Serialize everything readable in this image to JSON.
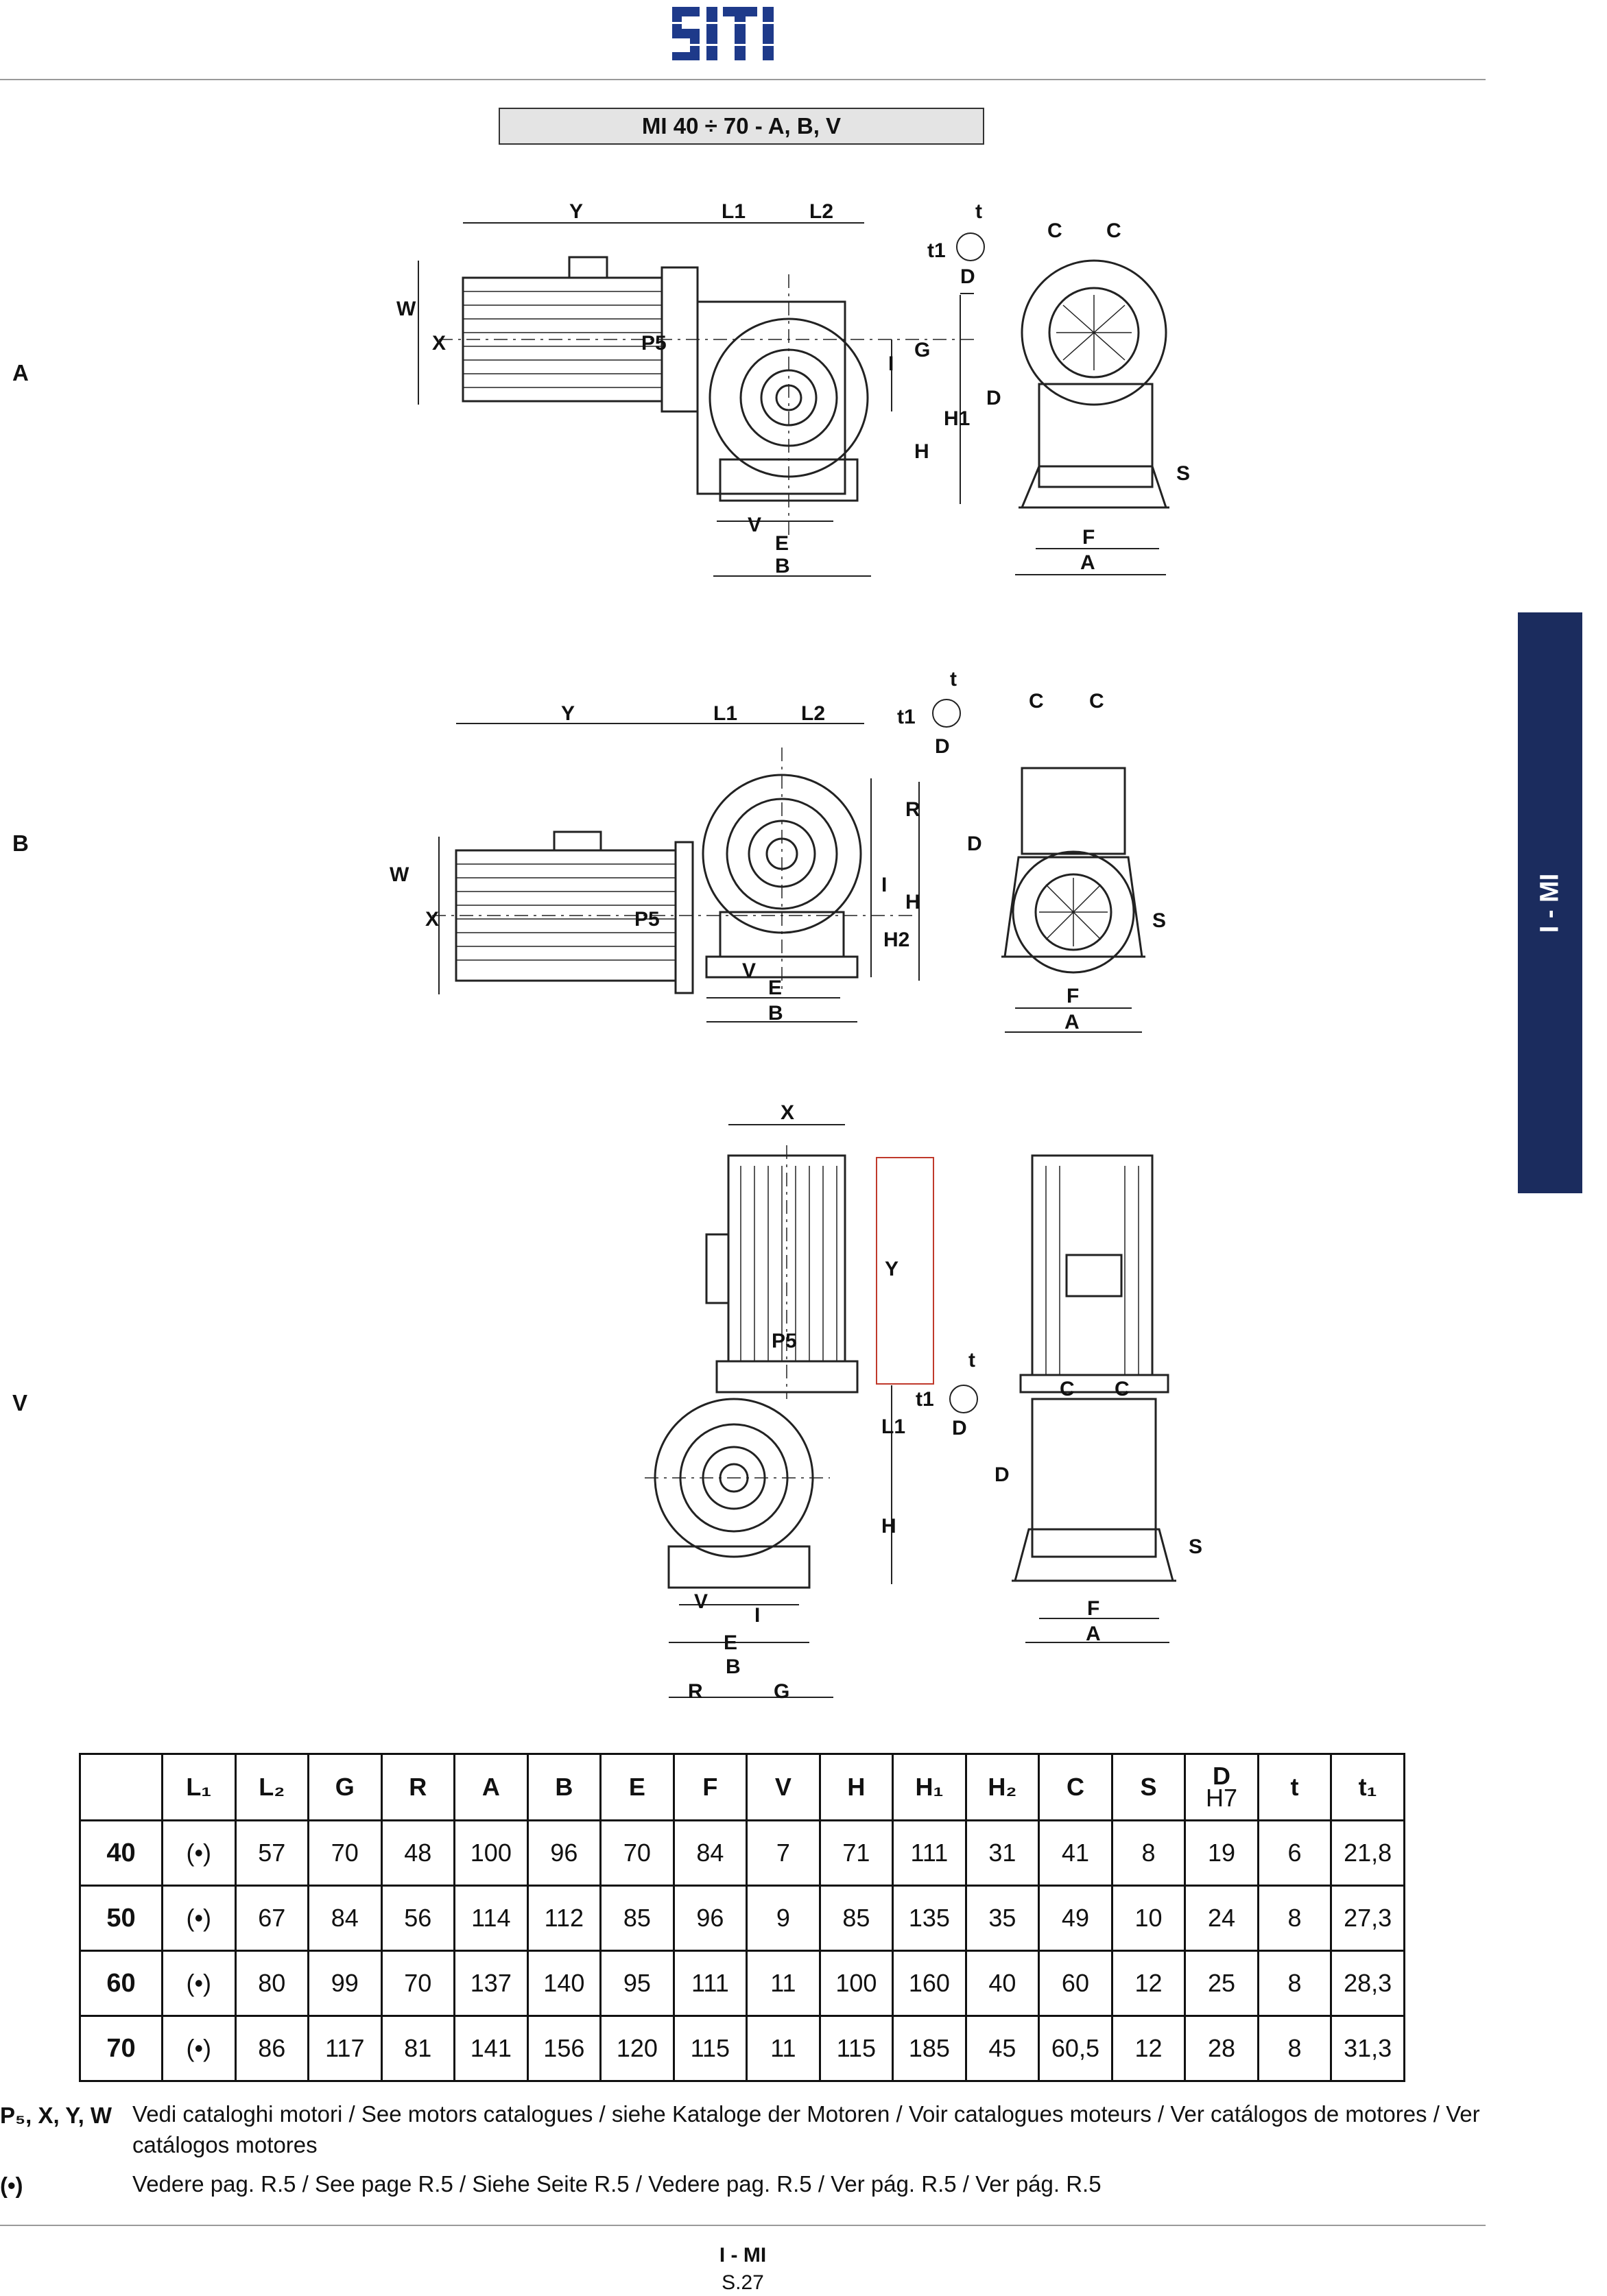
{
  "header": {
    "brand": "SITI",
    "brand_color": "#1e3a8a"
  },
  "title": "MI 40 ÷ 70 - A, B, V",
  "row_labels": [
    "A",
    "B",
    "V"
  ],
  "side_tab": {
    "label": "I - MI",
    "color": "#1b2c5e"
  },
  "drawing_labels": {
    "a": {
      "Y": "Y",
      "L1": "L1",
      "L2": "L2",
      "t": "t",
      "t1": "t1",
      "D": "D",
      "C1": "C",
      "C2": "C",
      "W": "W",
      "X": "X",
      "P5": "P5",
      "I": "I",
      "G": "G",
      "H": "H",
      "H1": "H1",
      "V": "V",
      "E": "E",
      "B": "B",
      "F": "F",
      "A": "A",
      "S": "S"
    },
    "b": {
      "Y": "Y",
      "L1": "L1",
      "L2": "L2",
      "t": "t",
      "t1": "t1",
      "D": "D",
      "C1": "C",
      "C2": "C",
      "W": "W",
      "X": "X",
      "P5": "P5",
      "R": "R",
      "I": "I",
      "H": "H",
      "H2": "H2",
      "V": "V",
      "E": "E",
      "B": "B",
      "F": "F",
      "A": "A",
      "S": "S"
    },
    "v": {
      "X": "X",
      "Y": "Y",
      "P5": "P5",
      "t": "t",
      "t1": "t1",
      "D": "D",
      "L1": "L1",
      "H": "H",
      "V": "V",
      "I": "I",
      "E": "E",
      "B": "B",
      "R": "R",
      "G": "G",
      "C1": "C",
      "C2": "C",
      "F": "F",
      "A": "A",
      "S": "S"
    }
  },
  "table": {
    "columns": [
      "L₁",
      "L₂",
      "G",
      "R",
      "A",
      "B",
      "E",
      "F",
      "V",
      "H",
      "H₁",
      "H₂",
      "C",
      "S",
      "D",
      "t",
      "t₁"
    ],
    "d_sub": "H7",
    "rows": [
      {
        "size": "40",
        "cells": [
          "(•)",
          "57",
          "70",
          "48",
          "100",
          "96",
          "70",
          "84",
          "7",
          "71",
          "111",
          "31",
          "41",
          "8",
          "19",
          "6",
          "21,8"
        ]
      },
      {
        "size": "50",
        "cells": [
          "(•)",
          "67",
          "84",
          "56",
          "114",
          "112",
          "85",
          "96",
          "9",
          "85",
          "135",
          "35",
          "49",
          "10",
          "24",
          "8",
          "27,3"
        ]
      },
      {
        "size": "60",
        "cells": [
          "(•)",
          "80",
          "99",
          "70",
          "137",
          "140",
          "95",
          "111",
          "11",
          "100",
          "160",
          "40",
          "60",
          "12",
          "25",
          "8",
          "28,3"
        ]
      },
      {
        "size": "70",
        "cells": [
          "(•)",
          "86",
          "117",
          "81",
          "141",
          "156",
          "120",
          "115",
          "11",
          "115",
          "185",
          "45",
          "60,5",
          "12",
          "28",
          "8",
          "31,3"
        ]
      }
    ]
  },
  "notes": [
    {
      "key": "P₅, X, Y, W",
      "text": "Vedi cataloghi motori / See motors catalogues / siehe Kataloge der Motoren / Voir catalogues moteurs / Ver catálogos de motores / Ver catálogos motores"
    },
    {
      "key": "(•)",
      "text": "Vedere pag. R.5 / See page R.5 / Siehe Seite R.5 / Vedere pag. R.5 / Ver pág. R.5 / Ver pág. R.5"
    }
  ],
  "footer": {
    "section": "I - MI",
    "page": "S.27"
  }
}
